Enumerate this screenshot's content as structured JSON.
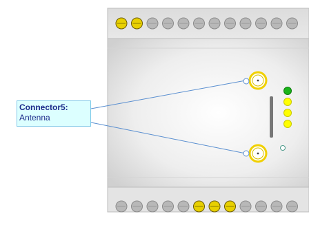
{
  "callout": {
    "name": "Connector5:",
    "description": "Antenna"
  },
  "colors": {
    "terminal_active": "#e8d000",
    "terminal_inactive": "#b8b8b8",
    "led_green": "#1ab51a",
    "led_yellow": "#ffff00",
    "callout_bg": "#dcffff",
    "callout_border": "#7ec8e8",
    "leader_line": "#5a8fd0",
    "antenna_ring": "#f0d000"
  },
  "terminals": {
    "top": [
      "active",
      "active",
      "inactive",
      "inactive",
      "inactive",
      "inactive",
      "inactive",
      "inactive",
      "inactive",
      "inactive",
      "inactive",
      "inactive"
    ],
    "bottom": [
      "inactive",
      "inactive",
      "inactive",
      "inactive",
      "inactive",
      "active",
      "active",
      "active",
      "inactive",
      "inactive",
      "inactive",
      "inactive"
    ]
  },
  "leds": [
    "green",
    "yellow",
    "yellow",
    "yellow"
  ],
  "icons": {
    "antenna_connector": "sma-connector-icon",
    "status_led_small": "small-led-icon"
  }
}
